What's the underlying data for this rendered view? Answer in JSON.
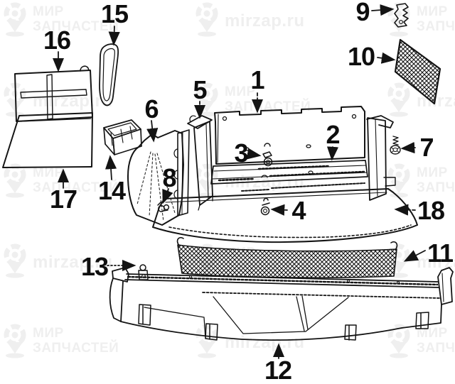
{
  "watermark": {
    "brand_line1": "МИР",
    "brand_line2": "ЗАПЧАСТЕЙ",
    "site": "mirzap.ru",
    "logo_icon": "map-pin-ring-logo",
    "color": "#efefef"
  },
  "colors": {
    "line": "#141414",
    "background": "#ffffff",
    "watermark": "#efefef"
  },
  "diagram": {
    "callouts": {
      "c1": "1",
      "c2": "2",
      "c3": "3",
      "c4": "4",
      "c5": "5",
      "c6": "6",
      "c7": "7",
      "c8": "8",
      "c9": "9",
      "c10": "10",
      "c11": "11",
      "c12": "12",
      "c13": "13",
      "c14": "14",
      "c15": "15",
      "c16": "16",
      "c17": "17",
      "c18": "18"
    }
  }
}
